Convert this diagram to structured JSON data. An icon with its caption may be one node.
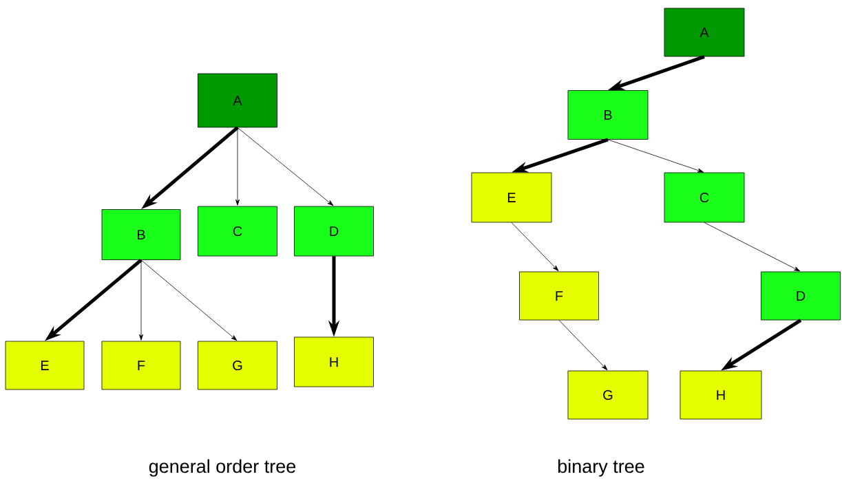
{
  "diagram": {
    "nodes": [
      {
        "text": [
          "A"
        ]
      },
      {
        "text": [
          "B"
        ]
      },
      {
        "text": [
          "C"
        ]
      },
      {
        "text": [
          "D"
        ]
      },
      {
        "text": [
          "E"
        ]
      },
      {
        "text": [
          "F"
        ]
      },
      {
        "text": [
          "G"
        ]
      },
      {
        "text": [
          "H"
        ]
      },
      {
        "text": [
          "A"
        ]
      },
      {
        "text": [
          "B"
        ]
      },
      {
        "text": [
          "E"
        ]
      },
      {
        "text": [
          "C"
        ]
      },
      {
        "text": [
          "F"
        ]
      },
      {
        "text": [
          "D"
        ]
      },
      {
        "text": [
          "G"
        ]
      },
      {
        "text": [
          "H"
        ]
      }
    ],
    "edges": [
      {
        "from": 0,
        "to": 1,
        "arrow": "to",
        "style": "thick"
      },
      {
        "from": 0,
        "to": 2,
        "arrow": "to"
      },
      {
        "from": 0,
        "to": 3,
        "arrow": "to"
      },
      {
        "from": 1,
        "to": 4,
        "arrow": "to",
        "style": "thick"
      },
      {
        "from": 1,
        "to": 5,
        "arrow": "to"
      },
      {
        "from": 1,
        "to": 6,
        "arrow": "to"
      },
      {
        "from": 3,
        "to": 7,
        "arrow": "to",
        "style": "thick"
      },
      {
        "from": 8,
        "to": 9,
        "arrow": "to",
        "style": "thick"
      },
      {
        "from": 9,
        "to": 10,
        "arrow": "to",
        "style": "thick"
      },
      {
        "from": 9,
        "to": 11,
        "arrow": "to"
      },
      {
        "from": 10,
        "to": 12,
        "arrow": "to"
      },
      {
        "from": 12,
        "to": 14,
        "arrow": "to"
      },
      {
        "from": 11,
        "to": 13,
        "arrow": "to"
      },
      {
        "from": 13,
        "to": 15,
        "arrow": "to",
        "style": "thick"
      }
    ],
    "labels": [
      "general order tree",
      "binary tree"
    ]
  }
}
